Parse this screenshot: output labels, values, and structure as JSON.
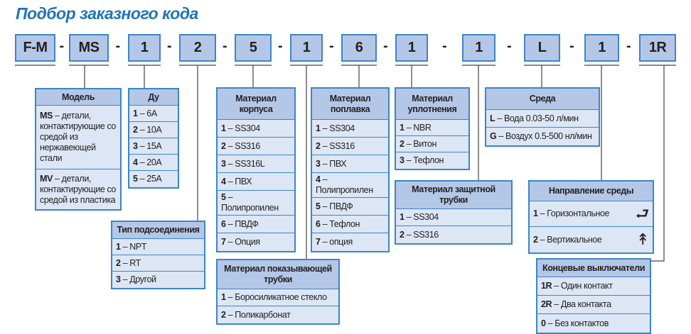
{
  "title": "Подбор заказного кода",
  "code_segments": [
    "F-M",
    "MS",
    "1",
    "2",
    "5",
    "1",
    "6",
    "1",
    "1",
    "L",
    "1",
    "1R"
  ],
  "separator": "-",
  "tables": {
    "model": {
      "header": "Модель",
      "rows": [
        {
          "code": "MS",
          "desc": "детали, контактирующие со средой из нержавеющей стали"
        },
        {
          "code": "MV",
          "desc": "детали, контактирующие со средой из пластика"
        }
      ]
    },
    "du": {
      "header": "Ду",
      "rows": [
        {
          "code": "1",
          "desc": "6A"
        },
        {
          "code": "2",
          "desc": "10A"
        },
        {
          "code": "3",
          "desc": "15A"
        },
        {
          "code": "4",
          "desc": "20A"
        },
        {
          "code": "5",
          "desc": "25A"
        }
      ]
    },
    "connection": {
      "header": "Тип подсоединения",
      "rows": [
        {
          "code": "1",
          "desc": "NPT"
        },
        {
          "code": "2",
          "desc": "RT"
        },
        {
          "code": "3",
          "desc": "Другой"
        }
      ]
    },
    "body": {
      "header": "Материал корпуса",
      "rows": [
        {
          "code": "1",
          "desc": "SS304"
        },
        {
          "code": "2",
          "desc": "SS316"
        },
        {
          "code": "3",
          "desc": "SS316L"
        },
        {
          "code": "4",
          "desc": "ПВХ"
        },
        {
          "code": "5",
          "desc": "Полипропилен"
        },
        {
          "code": "6",
          "desc": "ПВДФ"
        },
        {
          "code": "7",
          "desc": "Опция"
        }
      ]
    },
    "indicator_tube": {
      "header": "Материал показывающей трубки",
      "rows": [
        {
          "code": "1",
          "desc": "Боросиликатное стекло"
        },
        {
          "code": "2",
          "desc": "Поликарбонат"
        }
      ]
    },
    "float": {
      "header": "Материал поплавка",
      "rows": [
        {
          "code": "1",
          "desc": "SS304"
        },
        {
          "code": "2",
          "desc": "SS316"
        },
        {
          "code": "3",
          "desc": "ПВХ"
        },
        {
          "code": "4",
          "desc": "Полипропилен"
        },
        {
          "code": "5",
          "desc": "ПВДФ"
        },
        {
          "code": "6",
          "desc": "Тефлон"
        },
        {
          "code": "7",
          "desc": "опция"
        }
      ]
    },
    "seal": {
      "header": "Материал уплотнения",
      "rows": [
        {
          "code": "1",
          "desc": "NBR"
        },
        {
          "code": "2",
          "desc": "Витон"
        },
        {
          "code": "3",
          "desc": "Тефлон"
        }
      ]
    },
    "protective_tube": {
      "header": "Материал защитной трубки",
      "rows": [
        {
          "code": "1",
          "desc": "SS304"
        },
        {
          "code": "2",
          "desc": "SS316"
        }
      ]
    },
    "medium": {
      "header": "Среда",
      "rows": [
        {
          "code": "L",
          "desc": "Вода 0.03-50 л/мин"
        },
        {
          "code": "G",
          "desc": "Воздух 0.5-500 нл/мин"
        }
      ]
    },
    "flow_direction": {
      "header": "Направление среды",
      "rows": [
        {
          "code": "1",
          "desc": "Горизонтальное",
          "icon": "horizontal-flow-icon",
          "glyph": "⮐"
        },
        {
          "code": "2",
          "desc": "Вертикальное",
          "icon": "vertical-flow-icon",
          "glyph": "↟"
        }
      ]
    },
    "limit_switches": {
      "header": "Концевые выключатели",
      "rows": [
        {
          "code": "1R",
          "desc": "Один контакт"
        },
        {
          "code": "2R",
          "desc": "Два контакта"
        },
        {
          "code": "0",
          "desc": "Без контактов"
        }
      ]
    }
  },
  "colors": {
    "title": "#1f73b7",
    "border": "#3d85c6",
    "header_fill": "#b4c7e7",
    "row_fill": "#dde6f4"
  }
}
